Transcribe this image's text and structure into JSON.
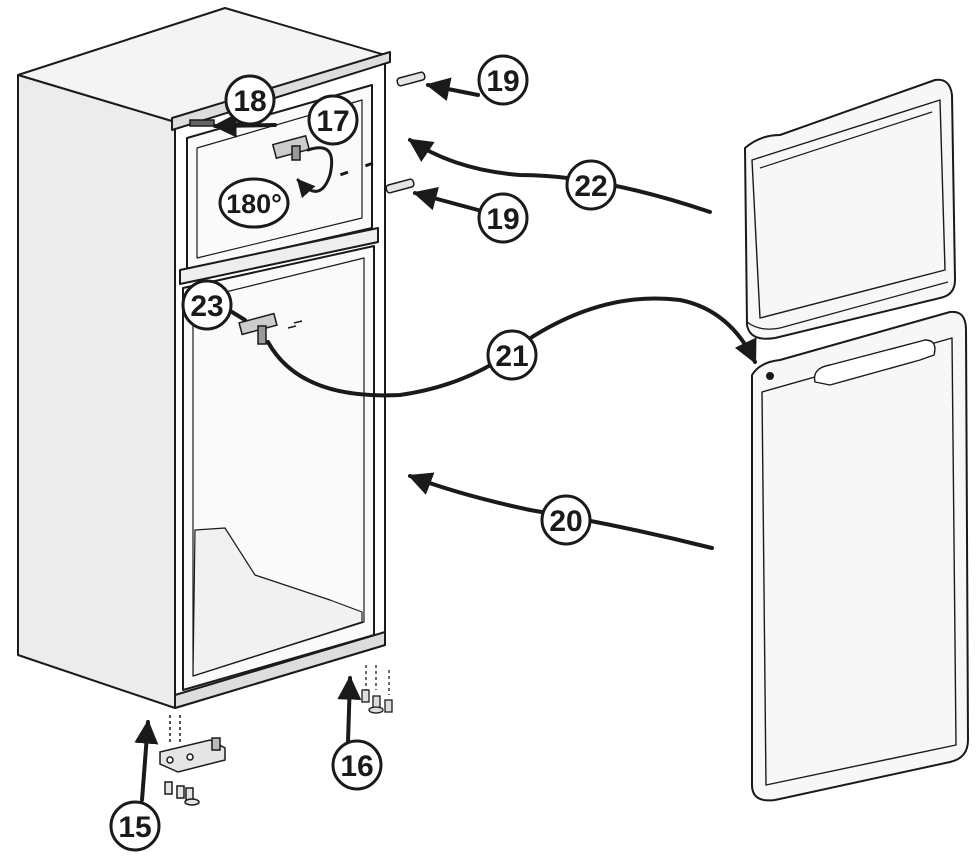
{
  "diagram": {
    "callouts": {
      "c15": "15",
      "c16": "16",
      "c17": "17",
      "c18": "18",
      "c19a": "19",
      "c19b": "19",
      "c20": "20",
      "c21": "21",
      "c22": "22",
      "c23": "23"
    },
    "rotation_label": "180°"
  },
  "colors": {
    "line": "#1a1a1a",
    "fill": "#ffffff",
    "shade": "#e9e9e9"
  }
}
